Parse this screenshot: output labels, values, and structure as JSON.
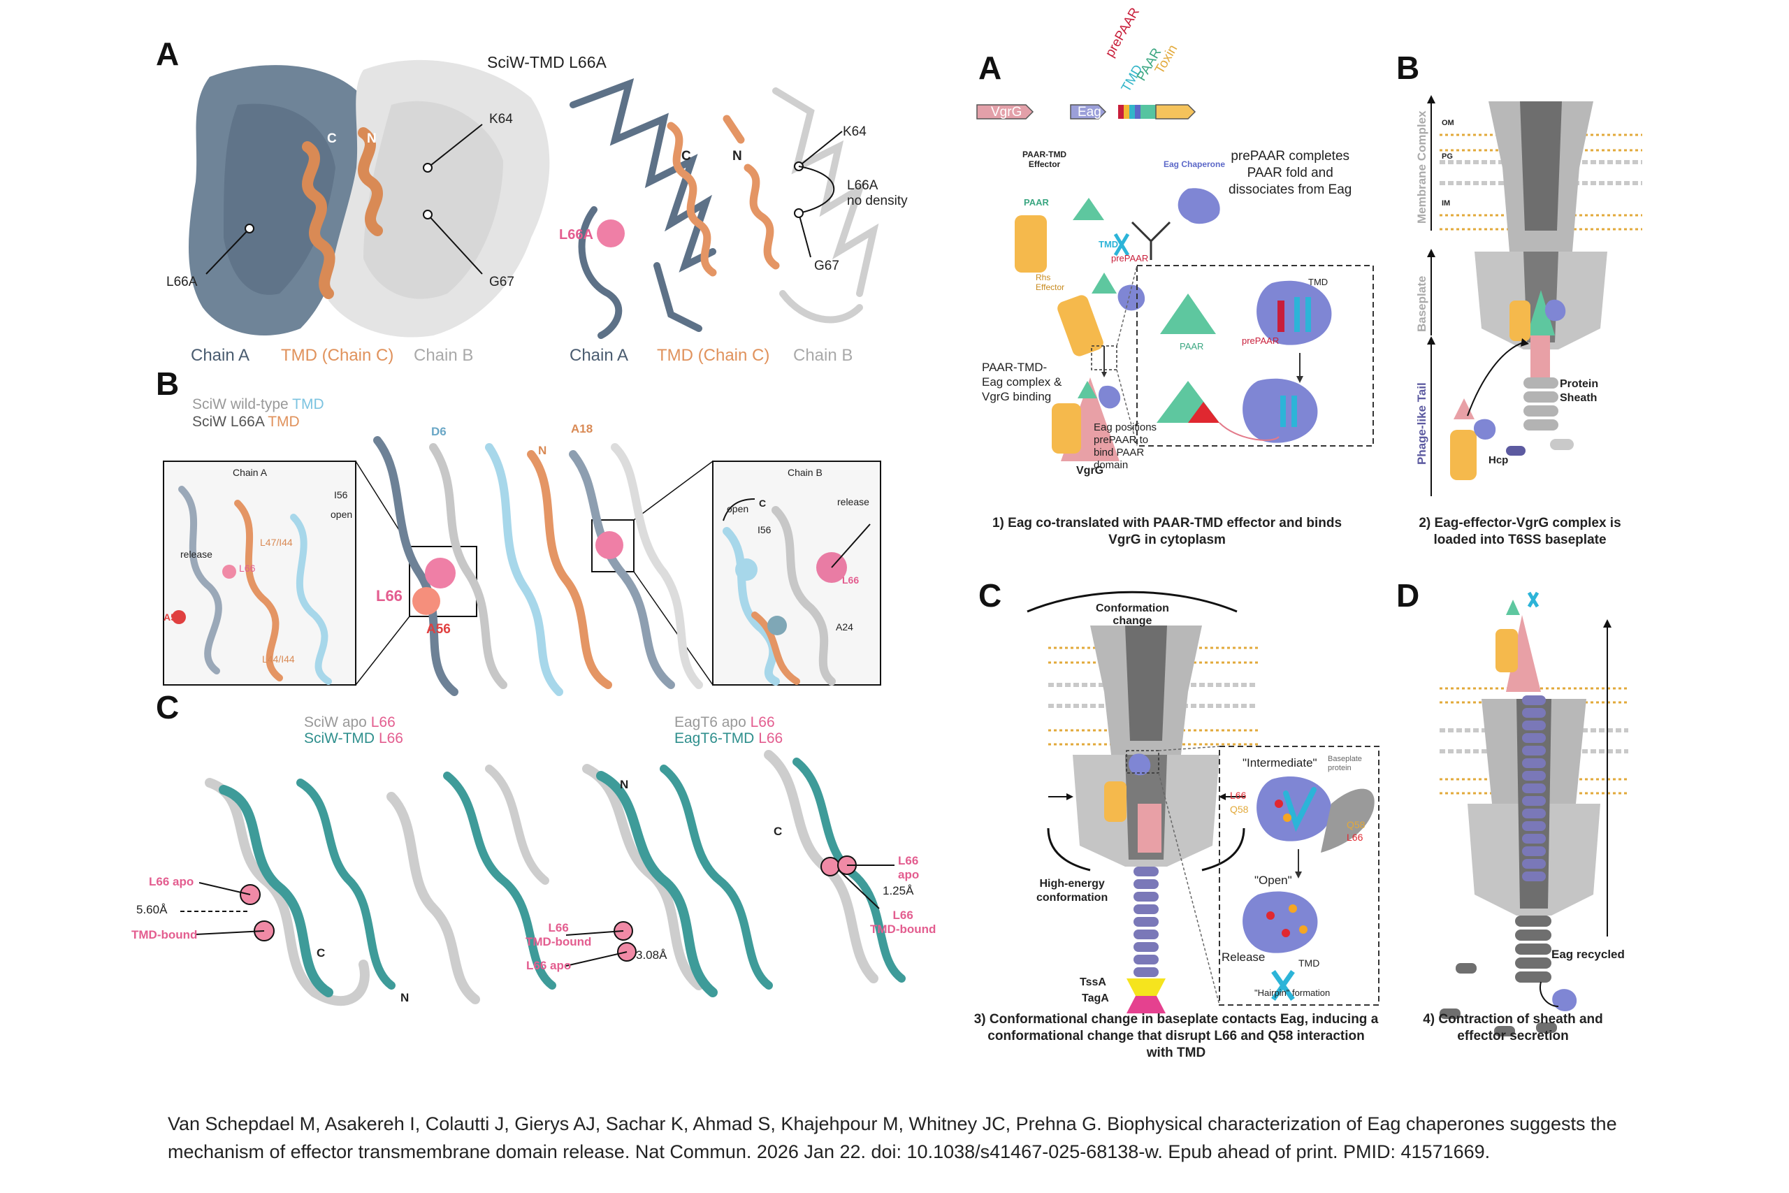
{
  "left": {
    "A": {
      "label": "A",
      "title": "SciW-TMD L66A",
      "k64": "K64",
      "l66a": "L66A",
      "g67": "G67",
      "c": "C",
      "n": "N",
      "l66a_pink": "L66A",
      "k64_r": "K64",
      "g67_r": "G67",
      "no_density": "L66A\nno density",
      "chain_a": "Chain A",
      "tmd": "TMD (Chain C)",
      "chain_b": "Chain B",
      "chain_a_r": "Chain A",
      "tmd_r": "TMD (Chain C)",
      "chain_b_r": "Chain B"
    },
    "B": {
      "label": "B",
      "legend1a": "SciW wild-type",
      "legend1b": "TMD",
      "legend2a": "SciW L66A",
      "legend2b": "TMD",
      "inset_a": "Chain A",
      "inset_b": "Chain B",
      "i56": "I56",
      "open": "open",
      "release": "release",
      "l47": "L47/I44",
      "l66": "L66",
      "a56": "A56",
      "l44": "L44/I44",
      "d6": "D6",
      "a18": "A18",
      "n": "N",
      "l66_main": "L66",
      "a56_main": "A56",
      "open_b": "open",
      "c_b": "C",
      "i56_b": "I56",
      "release_b": "release",
      "l66_b": "L66",
      "a24": "A24"
    },
    "C": {
      "label": "C",
      "leg1a": "SciW apo",
      "leg1b": "L66",
      "leg2a": "SciW-TMD",
      "leg2b": "L66",
      "leg3a": "EagT6 apo",
      "leg3b": "L66",
      "leg4a": "EagT6-TMD",
      "leg4b": "L66",
      "l66_apo": "L66 apo",
      "dist1": "5.60Å",
      "tmd_bound": "TMD-bound",
      "c1": "C",
      "n1": "N",
      "n2": "N",
      "c2": "C",
      "l66_tmd_bound": "L66\nTMD-bound",
      "l66_apo2": "L66 apo",
      "dist2": "3.08Å",
      "l66_apo3": "L66\napo",
      "dist3": "1.25Å",
      "l66_tmd_bound3": "L66\nTMD-bound"
    }
  },
  "right": {
    "A": {
      "label": "A",
      "genes": [
        "VgrG",
        "Eag",
        "prePAAR",
        "TMD",
        "PAAR",
        "Toxin"
      ],
      "paar_tmd_effector": "PAAR-TMD\nEffector",
      "eag_chaperone": "Eag Chaperone",
      "paar": "PAAR",
      "tmd": "TMD",
      "prepaar": "prePAAR",
      "rhs_effector": "Rhs\nEffector",
      "prepaar_text": "prePAAR completes\nPAAR fold and\ndissociates from Eag",
      "paar_inset": "PAAR",
      "tmd_inset": "TMD",
      "prepaar_inset": "prePAAR",
      "complex": "PAAR-TMD-\nEag complex &\nVgrG binding",
      "eag_positions": "Eag positions\nprePAAR to\nbind PAAR\ndomain",
      "vgrg": "VgrG",
      "caption": "1) Eag co-translated with PAAR-TMD effector and binds VgrG in cytoplasm"
    },
    "B": {
      "label": "B",
      "om": "OM",
      "pg": "PG",
      "im": "IM",
      "membrane_complex": "Membrane Complex",
      "baseplate": "Baseplate",
      "phage_tail": "Phage-like Tail",
      "protein_sheath": "Protein\nSheath",
      "hcp": "Hcp",
      "caption": "2) Eag-effector-VgrG complex is loaded into T6SS baseplate"
    },
    "C": {
      "label": "C",
      "conformation_change": "Conformation\nchange",
      "high_energy": "High-energy\nconformation",
      "tssa": "TssA",
      "taga": "TagA",
      "intermediate": "\"Intermediate\"",
      "baseplate_protein": "Baseplate\nprotein",
      "l66": "L66",
      "q58": "Q58",
      "q58_r": "Q58",
      "l66_r": "L66",
      "open": "\"Open\"",
      "release": "Release",
      "tmd": "TMD",
      "hairpin": "\"Hairpin\" formation",
      "caption": "3) Conformational change in baseplate contacts Eag, inducing a conformational change that disrupt L66 and Q58 interaction with TMD"
    },
    "D": {
      "label": "D",
      "eag_recycled": "Eag recycled",
      "caption": "4) Contraction of sheath and effector secretion"
    }
  },
  "citation": "Van Schepdael M, Asakereh I, Colautti J, Gierys AJ, Sachar K, Ahmad S, Khajehpour M, Whitney JC, Prehna G. Biophysical characterization of Eag chaperones suggests the mechanism of effector transmembrane domain release. Nat Commun. 2026 Jan 22. doi: 10.1038/s41467-025-68138-w. Epub ahead of print. PMID: 41571669."
}
